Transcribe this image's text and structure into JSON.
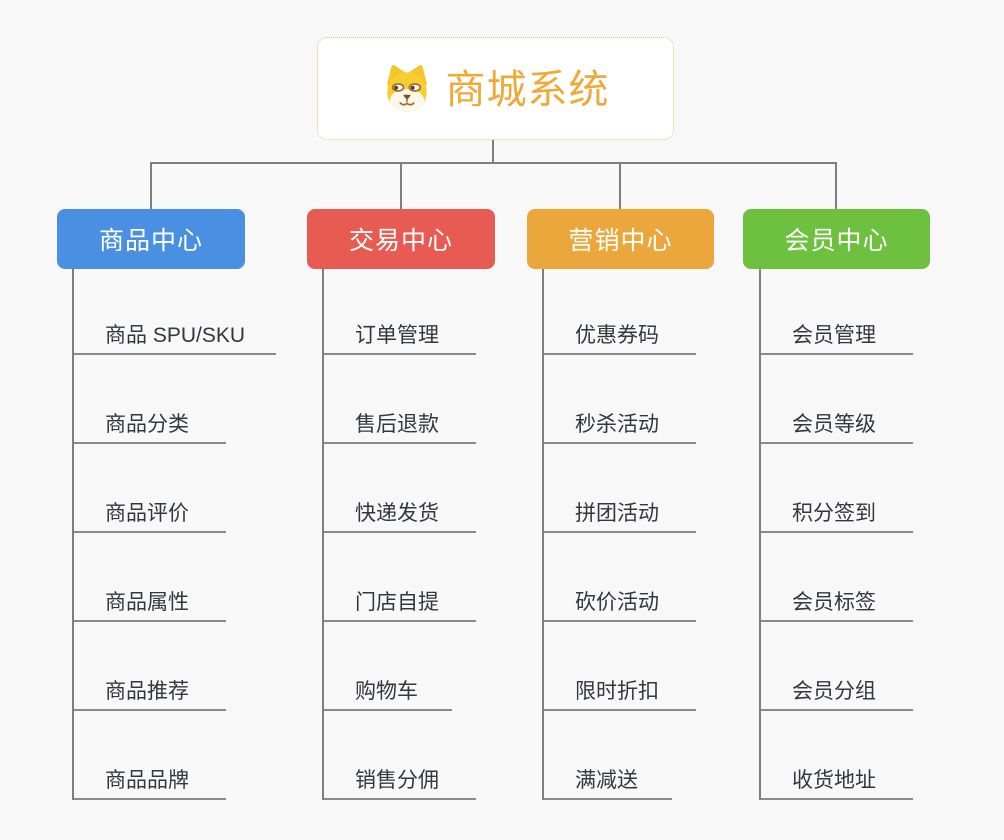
{
  "page": {
    "background_color": "#f8f8f8",
    "connector_color": "#7f7f7f",
    "leaf_underline_color": "#8a8a8a",
    "leaf_text_color": "#34373c"
  },
  "root": {
    "label": "商城系统",
    "icon": "dog-face-icon",
    "accent_color": "#efa938",
    "border_color": "#f0bd6a"
  },
  "branches": [
    {
      "label": "商品中心",
      "color": "#4a90e2",
      "items": [
        "商品 SPU/SKU",
        "商品分类",
        "商品评价",
        "商品属性",
        "商品推荐",
        "商品品牌"
      ]
    },
    {
      "label": "交易中心",
      "color": "#e75b53",
      "items": [
        "订单管理",
        "售后退款",
        "快递发货",
        "门店自提",
        "购物车",
        "销售分佣"
      ]
    },
    {
      "label": "营销中心",
      "color": "#eba73c",
      "items": [
        "优惠券码",
        "秒杀活动",
        "拼团活动",
        "砍价活动",
        "限时折扣",
        "满减送"
      ]
    },
    {
      "label": "会员中心",
      "color": "#6ec13e",
      "items": [
        "会员管理",
        "会员等级",
        "积分签到",
        "会员标签",
        "会员分组",
        "收货地址"
      ]
    }
  ]
}
